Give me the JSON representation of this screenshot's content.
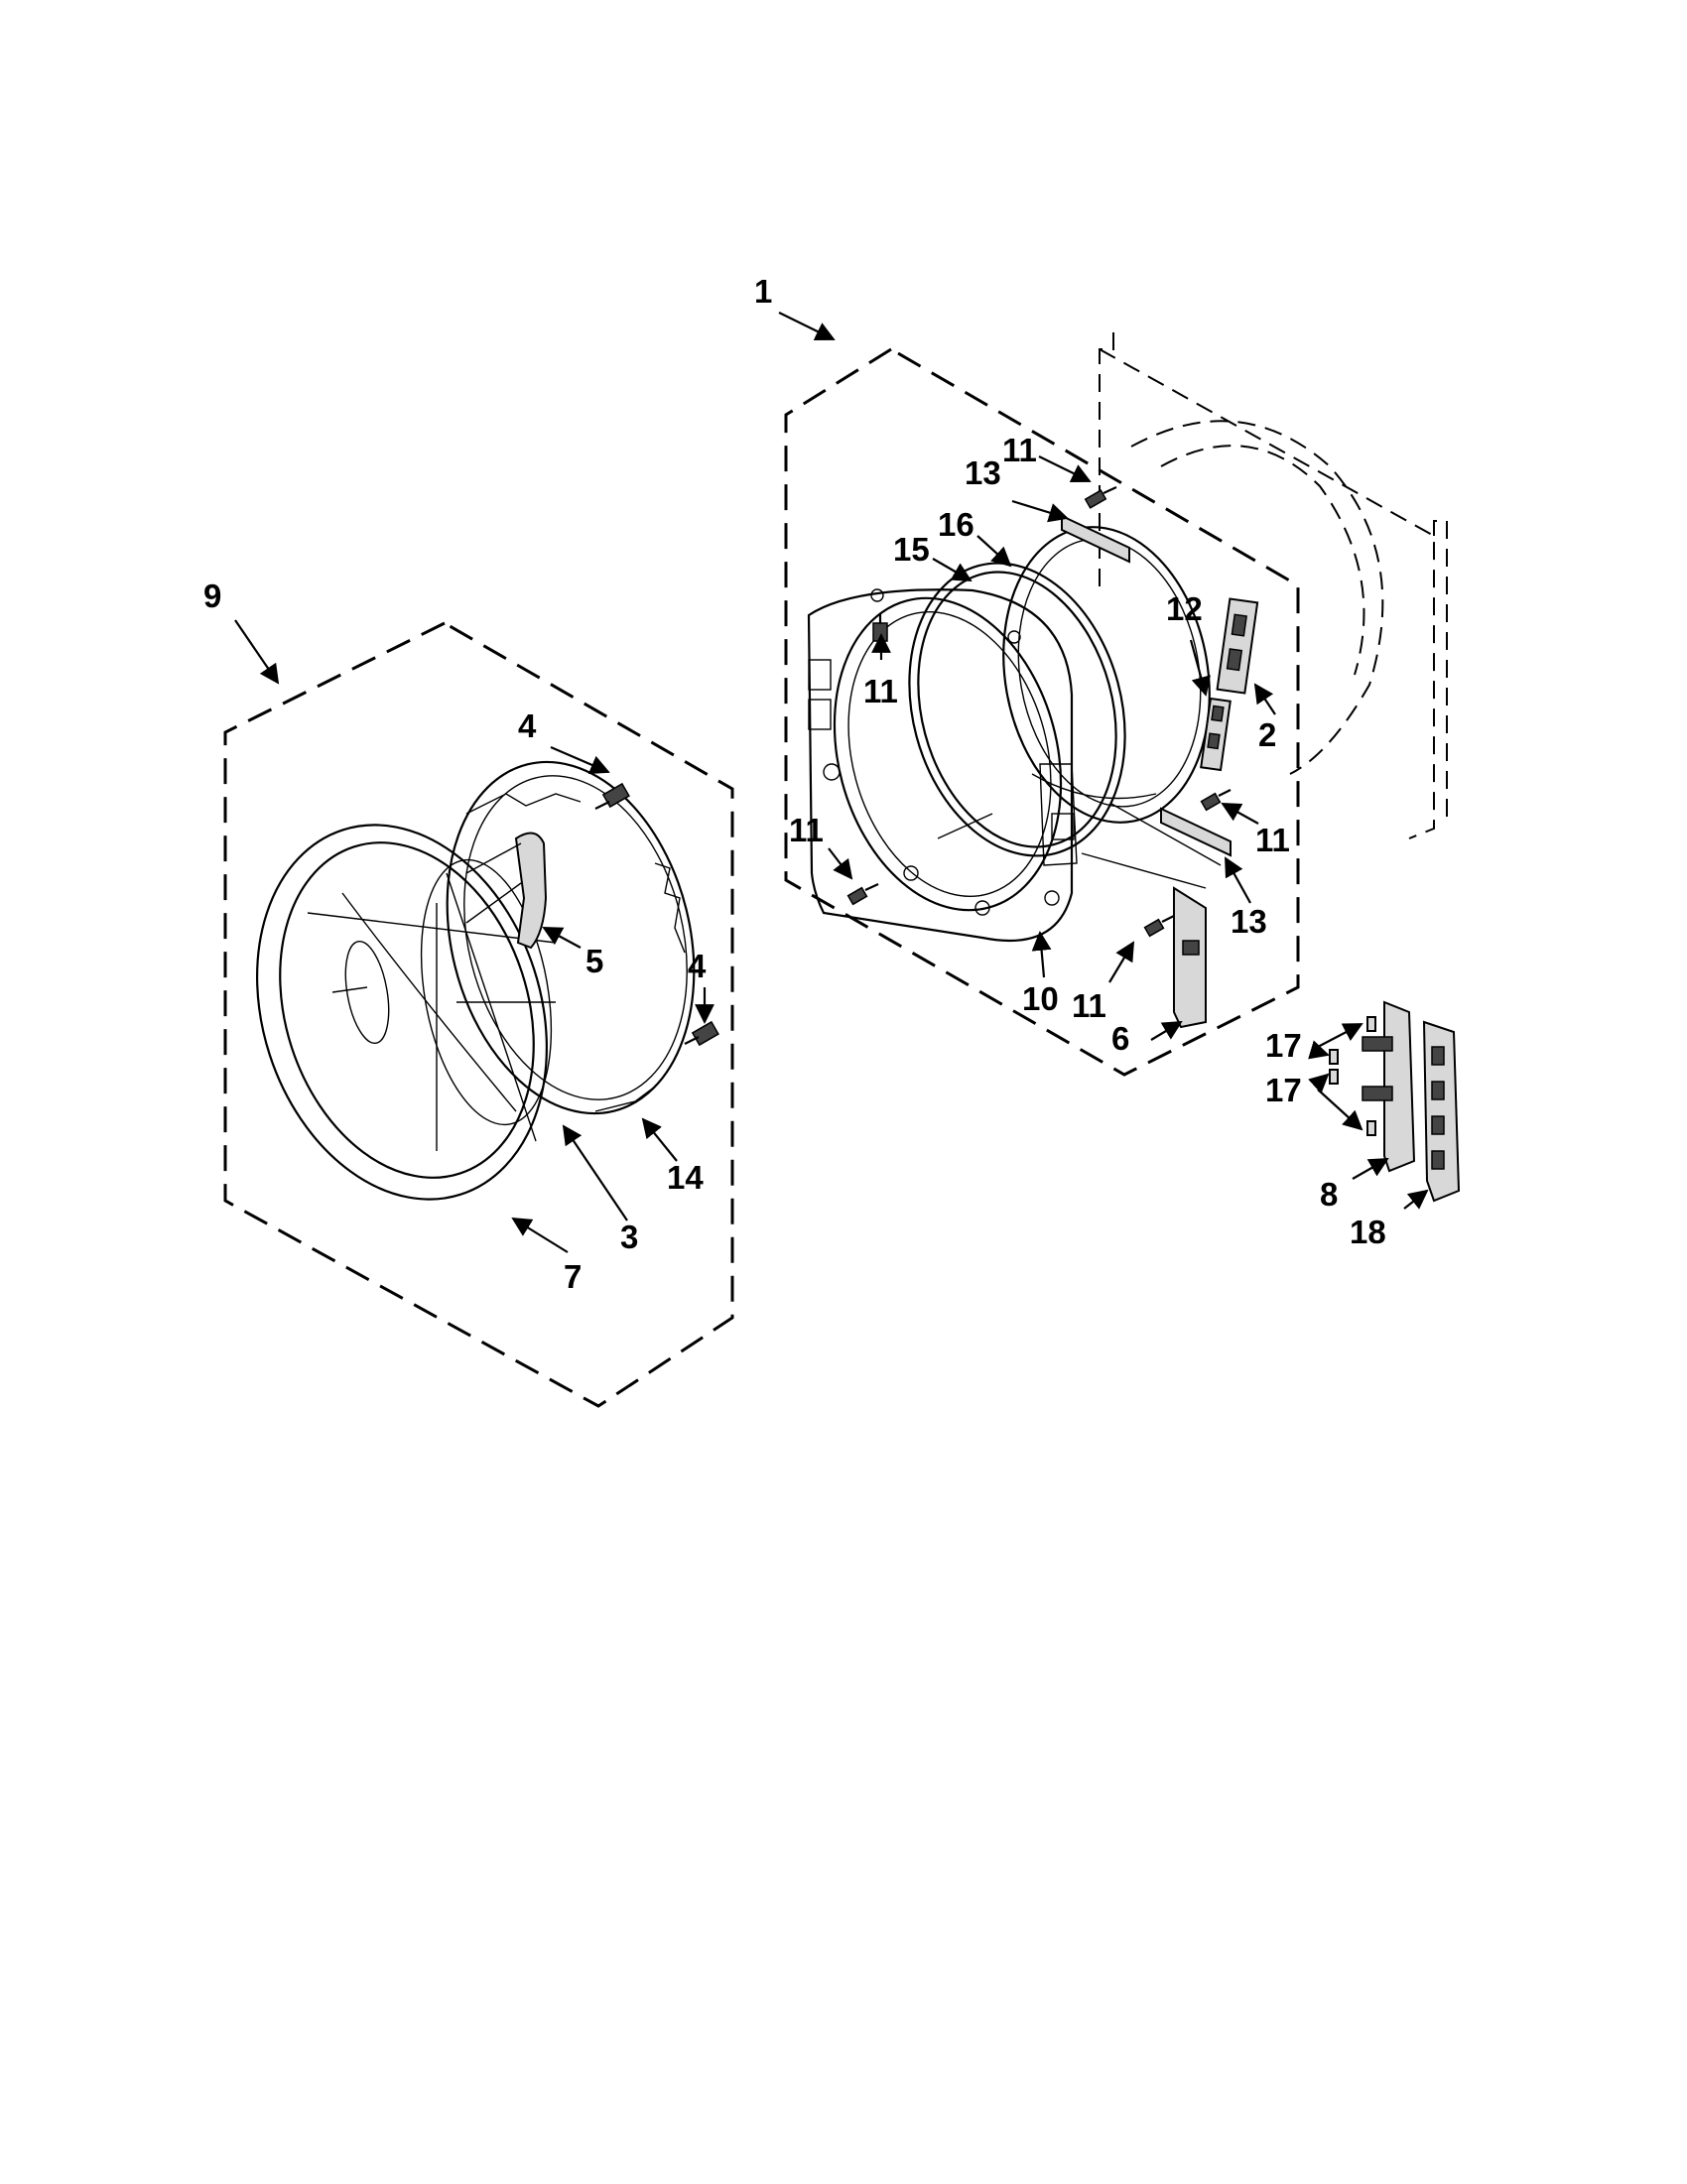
{
  "callouts": [
    {
      "id": "1",
      "label": "1"
    },
    {
      "id": "2",
      "label": "2"
    },
    {
      "id": "3",
      "label": "3"
    },
    {
      "id": "4a",
      "label": "4"
    },
    {
      "id": "4b",
      "label": "4"
    },
    {
      "id": "5",
      "label": "5"
    },
    {
      "id": "6",
      "label": "6"
    },
    {
      "id": "7",
      "label": "7"
    },
    {
      "id": "8",
      "label": "8"
    },
    {
      "id": "9",
      "label": "9"
    },
    {
      "id": "10",
      "label": "10"
    },
    {
      "id": "11a",
      "label": "11"
    },
    {
      "id": "11b",
      "label": "11"
    },
    {
      "id": "11c",
      "label": "11"
    },
    {
      "id": "11d",
      "label": "11"
    },
    {
      "id": "11e",
      "label": "11"
    },
    {
      "id": "12",
      "label": "12"
    },
    {
      "id": "13a",
      "label": "13"
    },
    {
      "id": "13b",
      "label": "13"
    },
    {
      "id": "14",
      "label": "14"
    },
    {
      "id": "15",
      "label": "15"
    },
    {
      "id": "16",
      "label": "16"
    },
    {
      "id": "17a",
      "label": "17"
    },
    {
      "id": "17b",
      "label": "17"
    },
    {
      "id": "18",
      "label": "18"
    }
  ]
}
